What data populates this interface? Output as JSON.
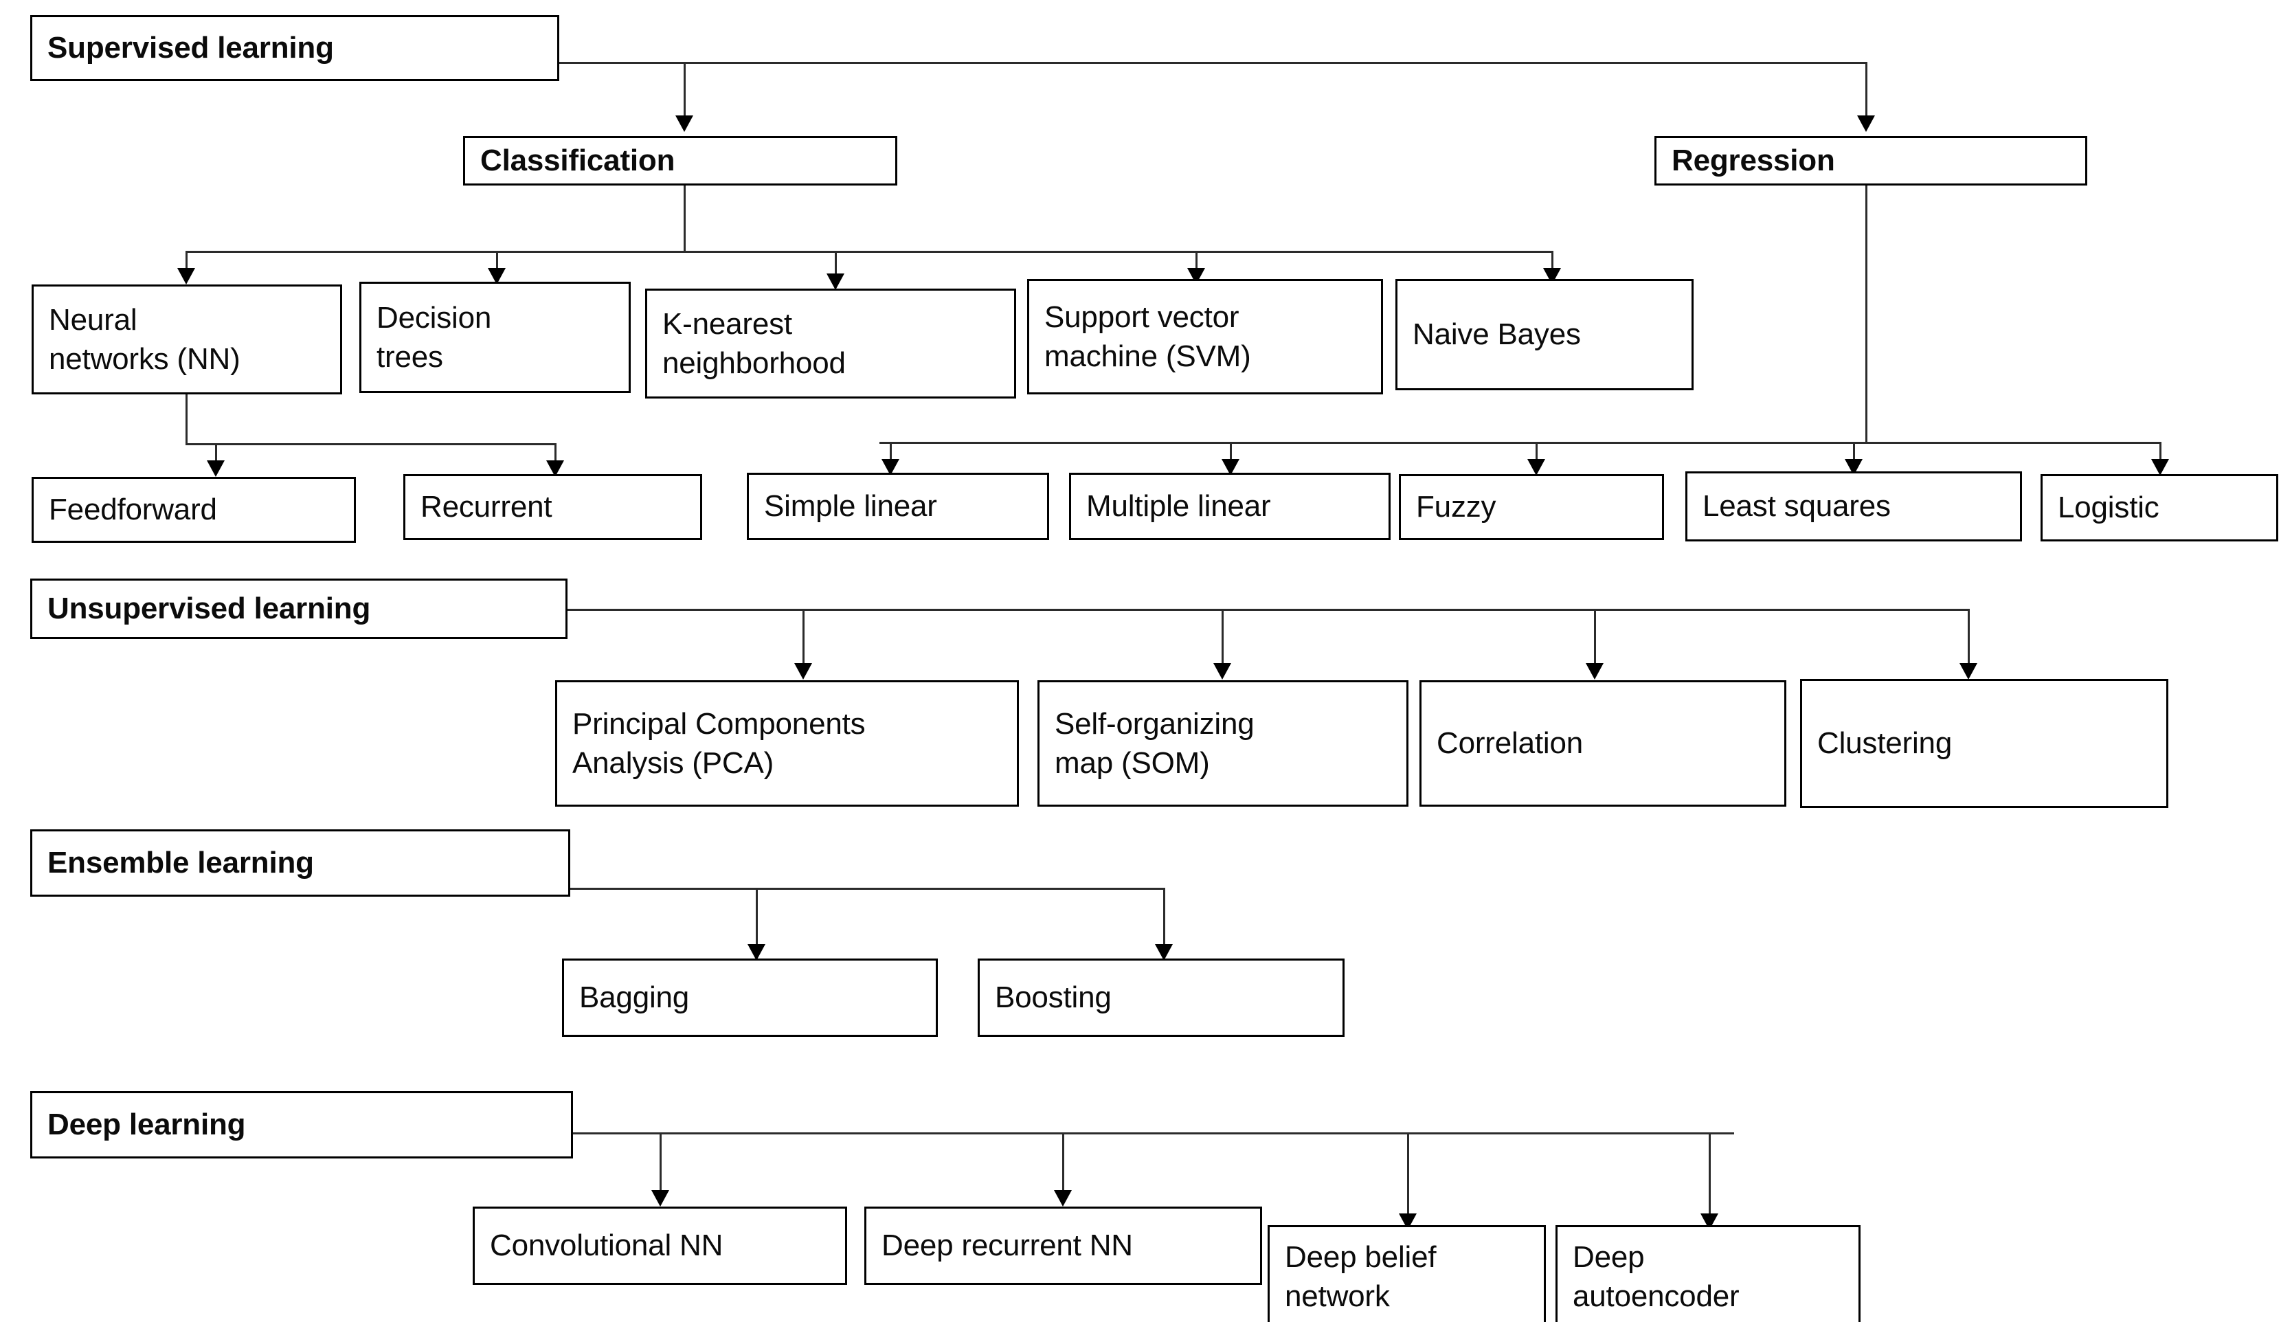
{
  "diagram": {
    "title": "Machine learning taxonomy flowchart",
    "colors": {
      "box_border": "#000000",
      "connector": "#2b2b2b",
      "text": "#0b0b0b",
      "background": "#ffffff"
    },
    "groups": [
      {
        "id": "supervised",
        "root": "Supervised learning",
        "level1": [
          "Classification",
          "Regression"
        ],
        "classification_children": [
          "Neural\nnetworks (NN)",
          "Decision\ntrees",
          "K-nearest\nneighborhood",
          "Support vector\nmachine (SVM)",
          "Naive Bayes"
        ],
        "nn_children": [
          "Feedforward",
          "Recurrent"
        ],
        "regression_children": [
          "Simple linear",
          "Multiple linear",
          "Fuzzy",
          "Least squares",
          "Logistic"
        ]
      },
      {
        "id": "unsupervised",
        "root": "Unsupervised learning",
        "children": [
          "Principal Components\nAnalysis (PCA)",
          "Self-organizing\nmap (SOM)",
          "Correlation",
          "Clustering"
        ]
      },
      {
        "id": "ensemble",
        "root": "Ensemble learning",
        "children": [
          "Bagging",
          "Boosting"
        ]
      },
      {
        "id": "deep",
        "root": "Deep learning",
        "children": [
          "Convolutional NN",
          "Deep recurrent NN",
          "Deep belief\nnetwork",
          "Deep\nautoencoder"
        ]
      }
    ]
  }
}
